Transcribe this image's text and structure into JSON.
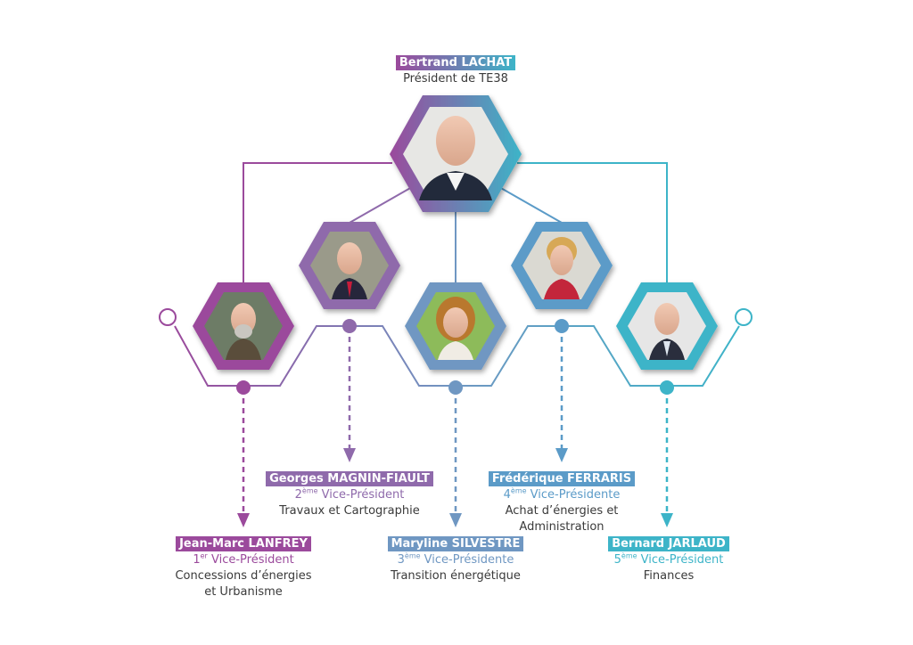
{
  "colors": {
    "purple": "#9b4a9c",
    "mauve": "#8f6aab",
    "blue": "#6f97c2",
    "steel": "#5b9bc8",
    "cyan": "#3db4c8",
    "text": "#3a3a3a"
  },
  "president": {
    "name": "Bertrand LACHAT",
    "title": "Président de TE38",
    "photo_icon": "person-photo"
  },
  "members": [
    {
      "name": "Jean-Marc LANFREY",
      "rank": "1",
      "rank_suffix": "er",
      "role": "Vice-Président",
      "desc": [
        "Concessions d’énergies",
        "et Urbanisme"
      ],
      "color": "purple"
    },
    {
      "name": "Georges MAGNIN-FIAULT",
      "rank": "2",
      "rank_suffix": "ème",
      "role": "Vice-Président",
      "desc": [
        "Travaux et Cartographie"
      ],
      "color": "mauve"
    },
    {
      "name": "Maryline SILVESTRE",
      "rank": "3",
      "rank_suffix": "ème",
      "role": "Vice-Présidente",
      "desc": [
        "Transition énergétique"
      ],
      "color": "blue"
    },
    {
      "name": "Frédérique FERRARIS",
      "rank": "4",
      "rank_suffix": "ème",
      "role": "Vice-Présidente",
      "desc": [
        "Achat d’énergies et",
        "Administration"
      ],
      "color": "steel"
    },
    {
      "name": "Bernard JARLAUD",
      "rank": "5",
      "rank_suffix": "ème",
      "role": "Vice-Président",
      "desc": [
        "Finances"
      ],
      "color": "cyan"
    }
  ]
}
